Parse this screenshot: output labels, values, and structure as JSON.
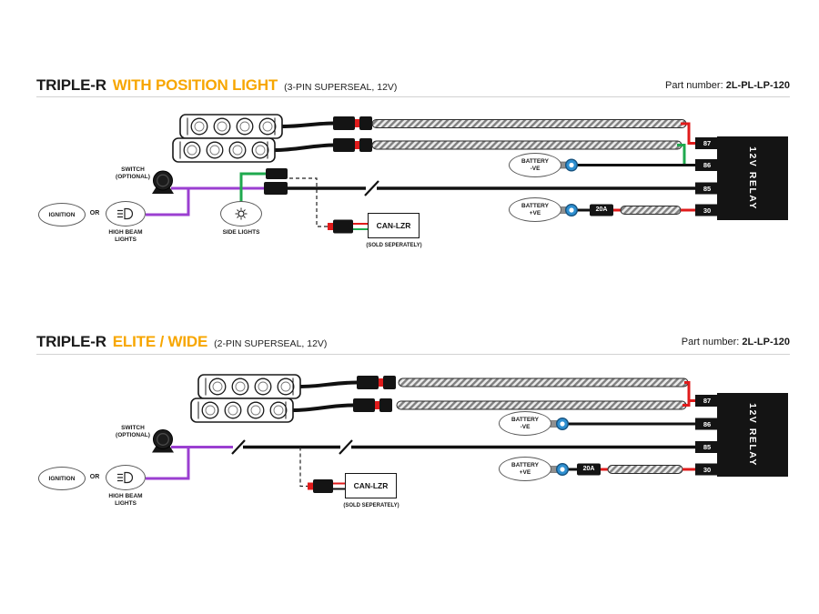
{
  "page": {
    "background": "#ffffff"
  },
  "colors": {
    "accent_orange": "#F7A600",
    "wire_black": "#111111",
    "wire_red": "#E01B1B",
    "wire_green": "#1FA94E",
    "wire_purple": "#9B3FD1",
    "terminal_blue": "#2E8FD0",
    "relay_black": "#141414"
  },
  "diagrams": [
    {
      "title": {
        "main": "TRIPLE-R",
        "accent": "WITH POSITION LIGHT",
        "spec": "(3-PIN SUPERSEAL, 12V)"
      },
      "part": {
        "label": "Part number:",
        "value": "2L-PL-LP-120"
      },
      "relay": {
        "label": "12V RELAY",
        "pins": [
          "87",
          "86",
          "85",
          "30"
        ]
      },
      "labels": {
        "switch": "SWITCH\n(OPTIONAL)",
        "ignition": "IGNITION",
        "or": "OR",
        "high_beam": "HIGH BEAM\nLIGHTS",
        "side_lights": "SIDE LIGHTS",
        "battery_neg": "BATTERY\n-VE",
        "battery_pos": "BATTERY\n+VE",
        "fuse": "20A",
        "canlzr": "CAN-LZR",
        "sold_separately": "(SOLD SEPERATELY)"
      }
    },
    {
      "title": {
        "main": "TRIPLE-R",
        "accent": "ELITE / WIDE",
        "spec": "(2-PIN SUPERSEAL, 12V)"
      },
      "part": {
        "label": "Part number:",
        "value": "2L-LP-120"
      },
      "relay": {
        "label": "12V RELAY",
        "pins": [
          "87",
          "86",
          "85",
          "30"
        ]
      },
      "labels": {
        "switch": "SWITCH\n(OPTIONAL)",
        "ignition": "IGNITION",
        "or": "OR",
        "high_beam": "HIGH BEAM\nLIGHTS",
        "battery_neg": "BATTERY\n-VE",
        "battery_pos": "BATTERY\n+VE",
        "fuse": "20A",
        "canlzr": "CAN-LZR",
        "sold_separately": "(SOLD SEPERATELY)"
      }
    }
  ]
}
